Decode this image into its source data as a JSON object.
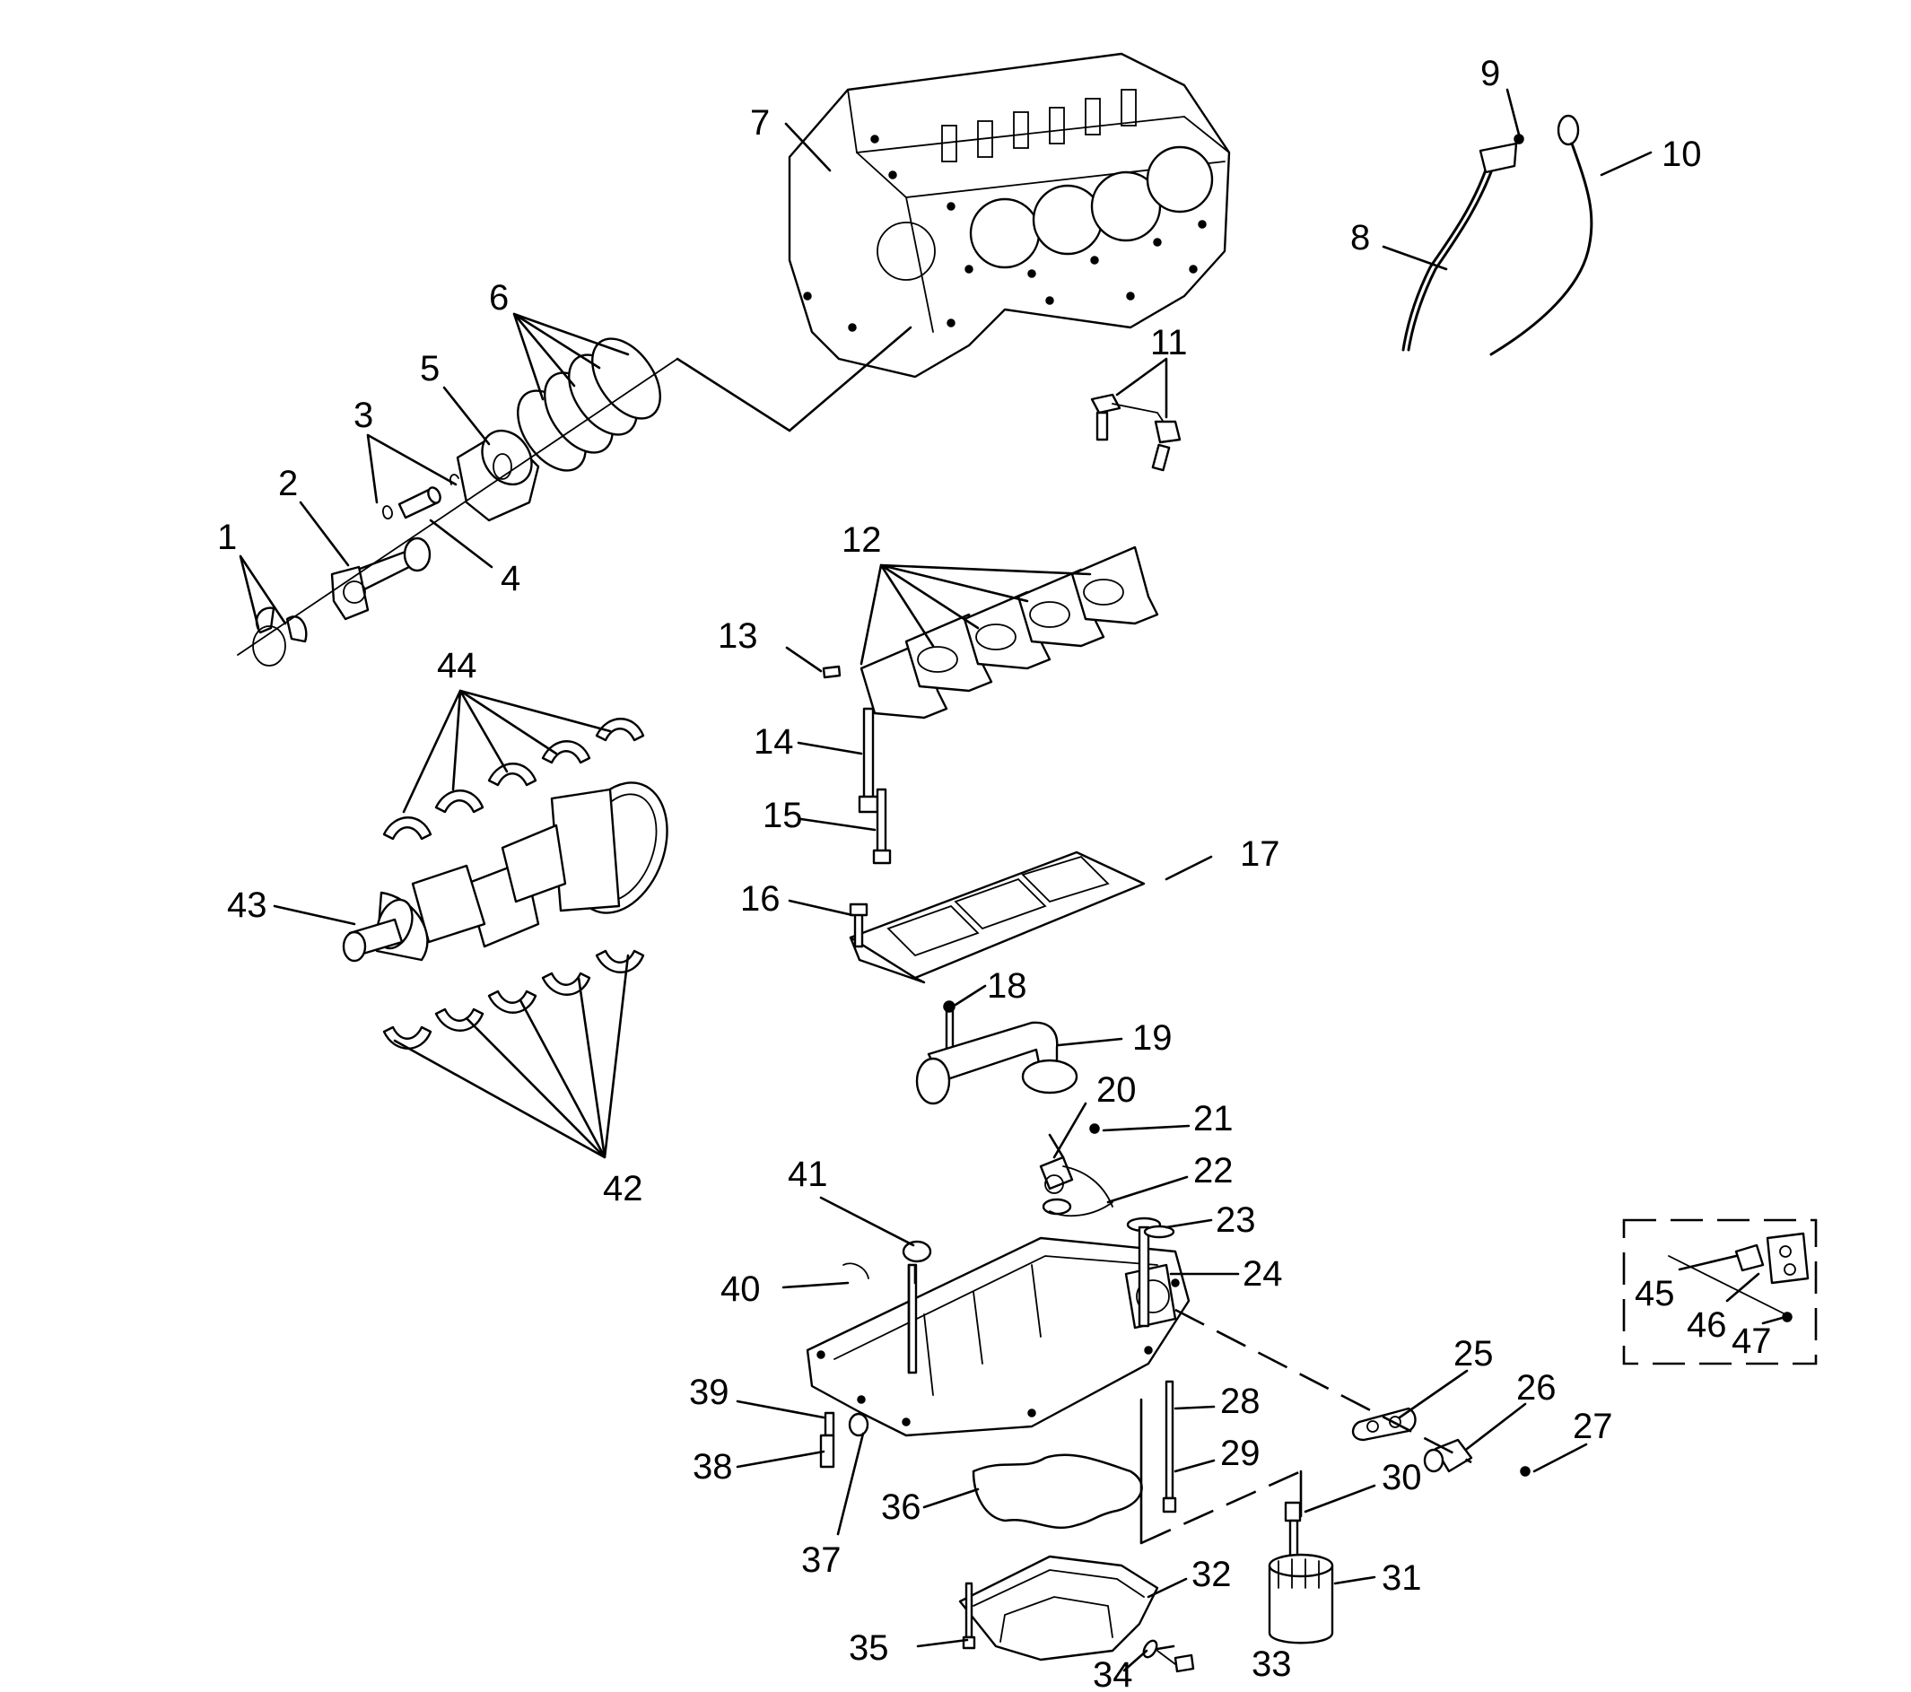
{
  "callouts": {
    "n1": "1",
    "n2": "2",
    "n3": "3",
    "n4": "4",
    "n5": "5",
    "n6": "6",
    "n7": "7",
    "n8": "8",
    "n9": "9",
    "n10": "10",
    "n11": "11",
    "n12": "12",
    "n13": "13",
    "n14": "14",
    "n15": "15",
    "n16": "16",
    "n17": "17",
    "n18": "18",
    "n19": "19",
    "n20": "20",
    "n21": "21",
    "n22": "22",
    "n23": "23",
    "n24": "24",
    "n25": "25",
    "n26": "26",
    "n27": "27",
    "n28": "28",
    "n29": "29",
    "n30": "30",
    "n31": "31",
    "n32": "32",
    "n33": "33",
    "n34": "34",
    "n35": "35",
    "n36": "36",
    "n37": "37",
    "n38": "38",
    "n39": "39",
    "n40": "40",
    "n41": "41",
    "n42": "42",
    "n43": "43",
    "n44": "44",
    "n45": "45",
    "n46": "46",
    "n47": "47"
  },
  "colors": {
    "line": "#000000",
    "background": "#ffffff"
  }
}
